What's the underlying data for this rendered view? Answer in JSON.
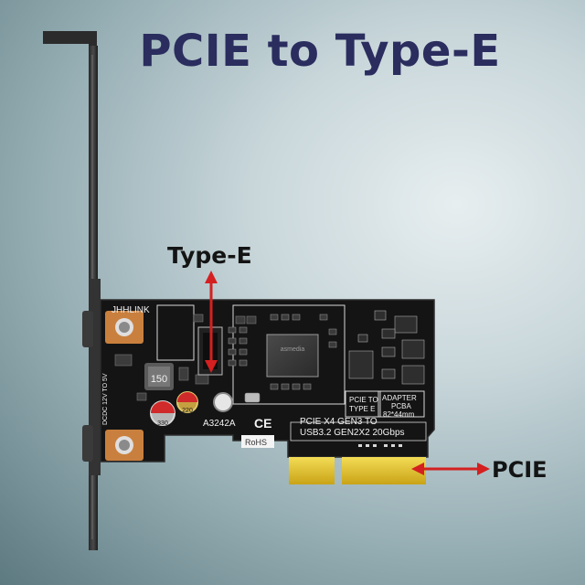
{
  "title": "PCIE to Type-E",
  "callouts": {
    "type_e": "Type-E",
    "pcie": "PCIE"
  },
  "board": {
    "brand": "JHHLINK",
    "model": "A3242A",
    "description_line1": "PCIE X4 GEN3 TO",
    "description_line2": "USB3.2 GEN2X2 20Gbps",
    "pcie_to_line1": "PCIE TO",
    "pcie_to_line2": "TYPE E",
    "adapter_line1": "ADAPTER",
    "adapter_line2": "PCBA",
    "adapter_line3": "82*44mm",
    "rohs": "RoHS",
    "chip_label": "asmedia",
    "inductor_label": "150",
    "side_label": "DCDC 12V TO 5V",
    "ce_mark": "CE",
    "cap1_label": "330",
    "cap2_label": "220"
  },
  "colors": {
    "title": "#2a2d5e",
    "arrow": "#d42020",
    "pcb": "#141414",
    "gold_fingers": "#e6c52a"
  }
}
